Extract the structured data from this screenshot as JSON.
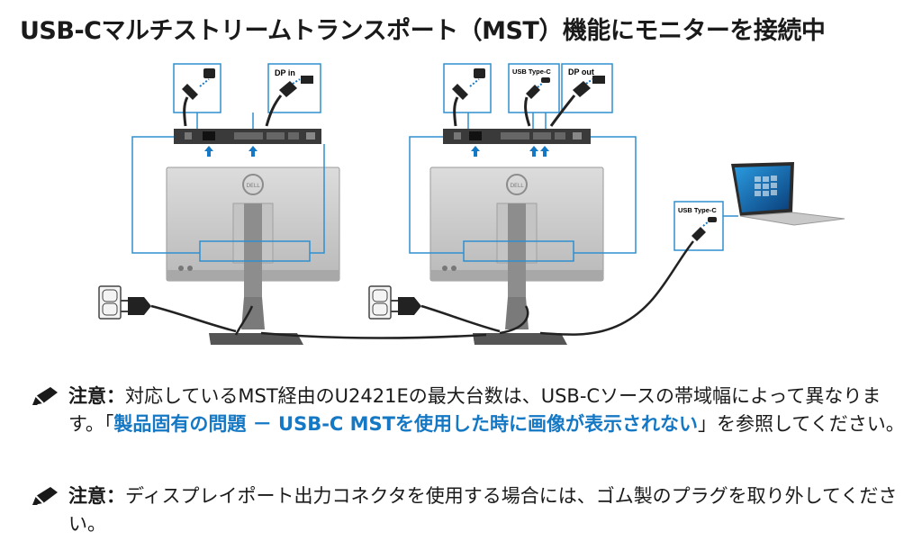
{
  "title": "USB-Cマルチストリームトランスポート（MST）機能にモニターを接続中",
  "callouts": {
    "dp_in": "DP in",
    "usb_type_c_left": "USB Type-C",
    "dp_out": "DP out",
    "usb_type_c_laptop": "USB Type-C"
  },
  "monitor_logo": "DELL",
  "notes": [
    {
      "label": "注意：",
      "text_before": "対応しているMST経由のU2421Eの最大台数は、USB-Cソースの帯域幅によって異なります。「",
      "link": "製品固有の問題 － USB-C MSTを使用した時に画像が表示されない",
      "text_after": "」を参照してください。"
    },
    {
      "label": "注意：",
      "text_before": "ディスプレイポート出力コネクタを使用する場合には、ゴム製のプラグを取り外してください。",
      "link": "",
      "text_after": ""
    }
  ],
  "colors": {
    "accent_blue": "#1578c4",
    "outline_blue": "#2f8fcf",
    "text": "#1a1a1a"
  }
}
